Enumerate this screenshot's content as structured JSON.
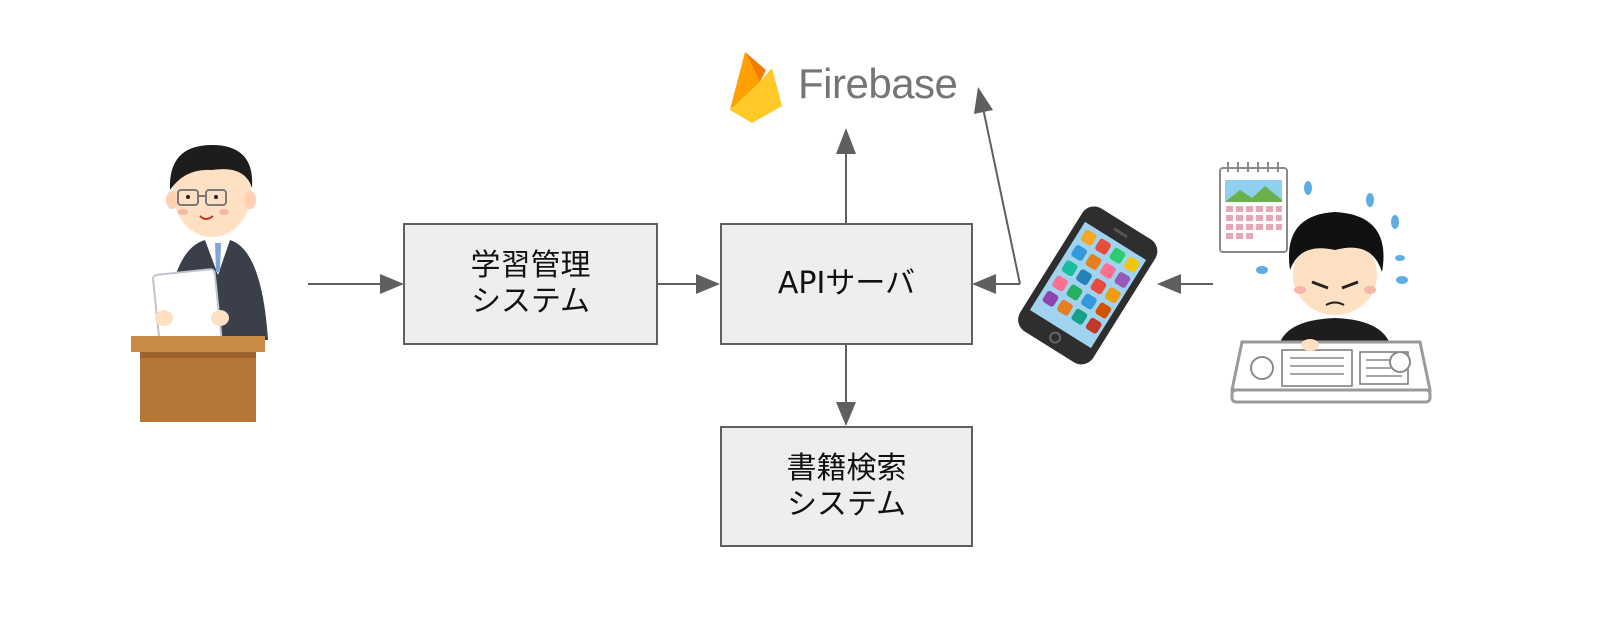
{
  "nodes": {
    "learning_system": {
      "lines": [
        "学習管理",
        "システム"
      ]
    },
    "api_server": {
      "lines": [
        "APIサーバ"
      ]
    },
    "book_search": {
      "lines": [
        "書籍検索",
        "システム"
      ]
    },
    "firebase": {
      "label": "Firebase"
    }
  },
  "icons": {
    "teacher": "teacher-at-podium-icon",
    "firebase_logo": "firebase-flame-icon",
    "smartphone": "smartphone-icon",
    "student": "studying-student-icon",
    "calendar": "calendar-icon"
  },
  "colors": {
    "box_fill": "#eeeeee",
    "box_border": "#5f5f5f",
    "arrow": "#5f5f5f",
    "firebase_text": "#757575"
  }
}
